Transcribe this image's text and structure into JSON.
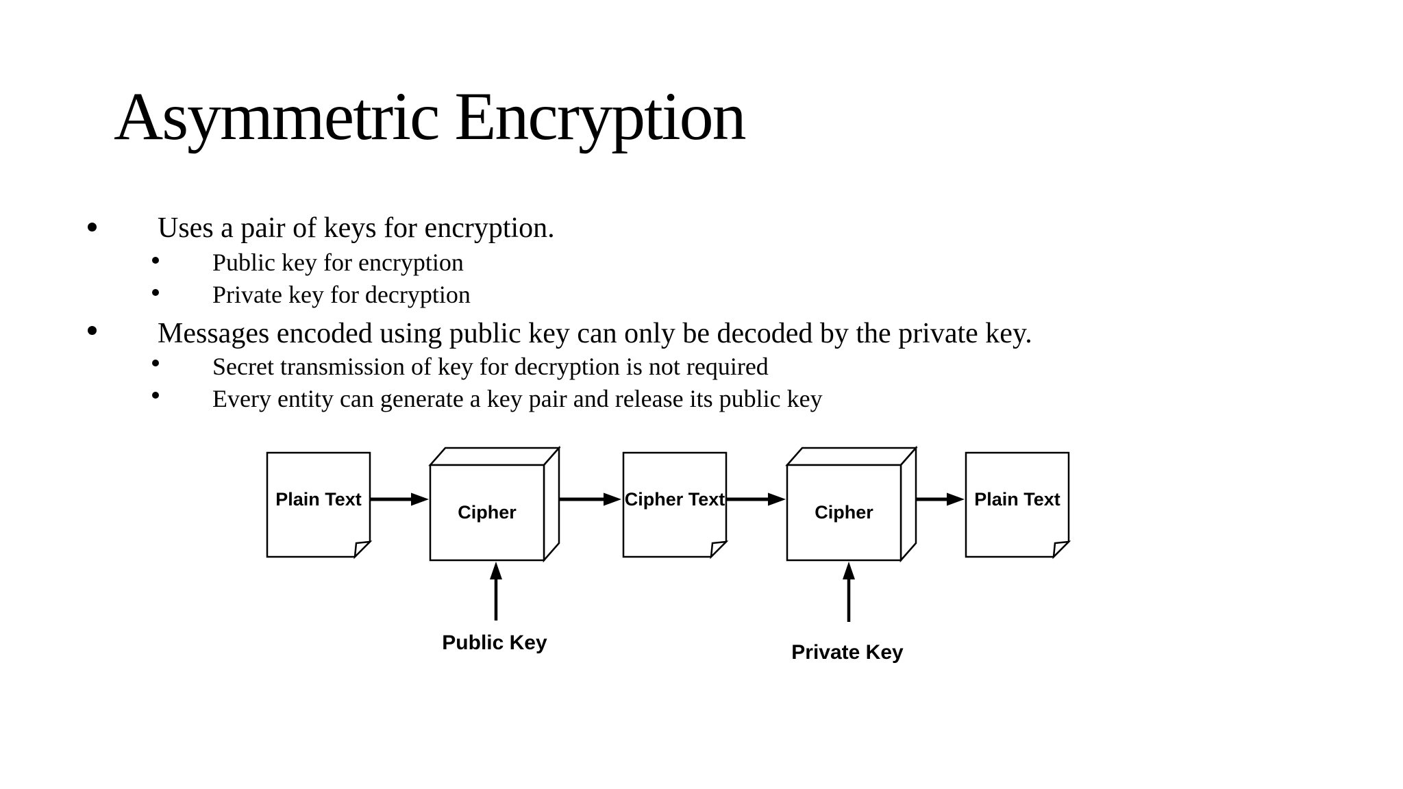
{
  "slide": {
    "title": "Asymmetric Encryption",
    "bullets": [
      {
        "level": 1,
        "text": "Uses a pair of keys for encryption."
      },
      {
        "level": 2,
        "text": "Public key for encryption"
      },
      {
        "level": 2,
        "text": "Private key for decryption"
      },
      {
        "level": 1,
        "text": "Messages encoded using public key can only be decoded by the private key."
      },
      {
        "level": 2,
        "text": "Secret transmission of key for decryption is not required"
      },
      {
        "level": 2,
        "text": "Every entity can generate a key pair and release its public key"
      }
    ]
  },
  "diagram": {
    "nodes": [
      {
        "type": "document",
        "label": "Plain Text"
      },
      {
        "type": "cipher-box",
        "label": "Cipher"
      },
      {
        "type": "document",
        "label": "Cipher Text"
      },
      {
        "type": "cipher-box",
        "label": "Cipher"
      },
      {
        "type": "document",
        "label": "Plain Text"
      }
    ],
    "key_labels": [
      {
        "label": "Public Key"
      },
      {
        "label": "Private Key"
      }
    ]
  },
  "colors": {
    "background": "#ffffff",
    "foreground": "#000000"
  }
}
